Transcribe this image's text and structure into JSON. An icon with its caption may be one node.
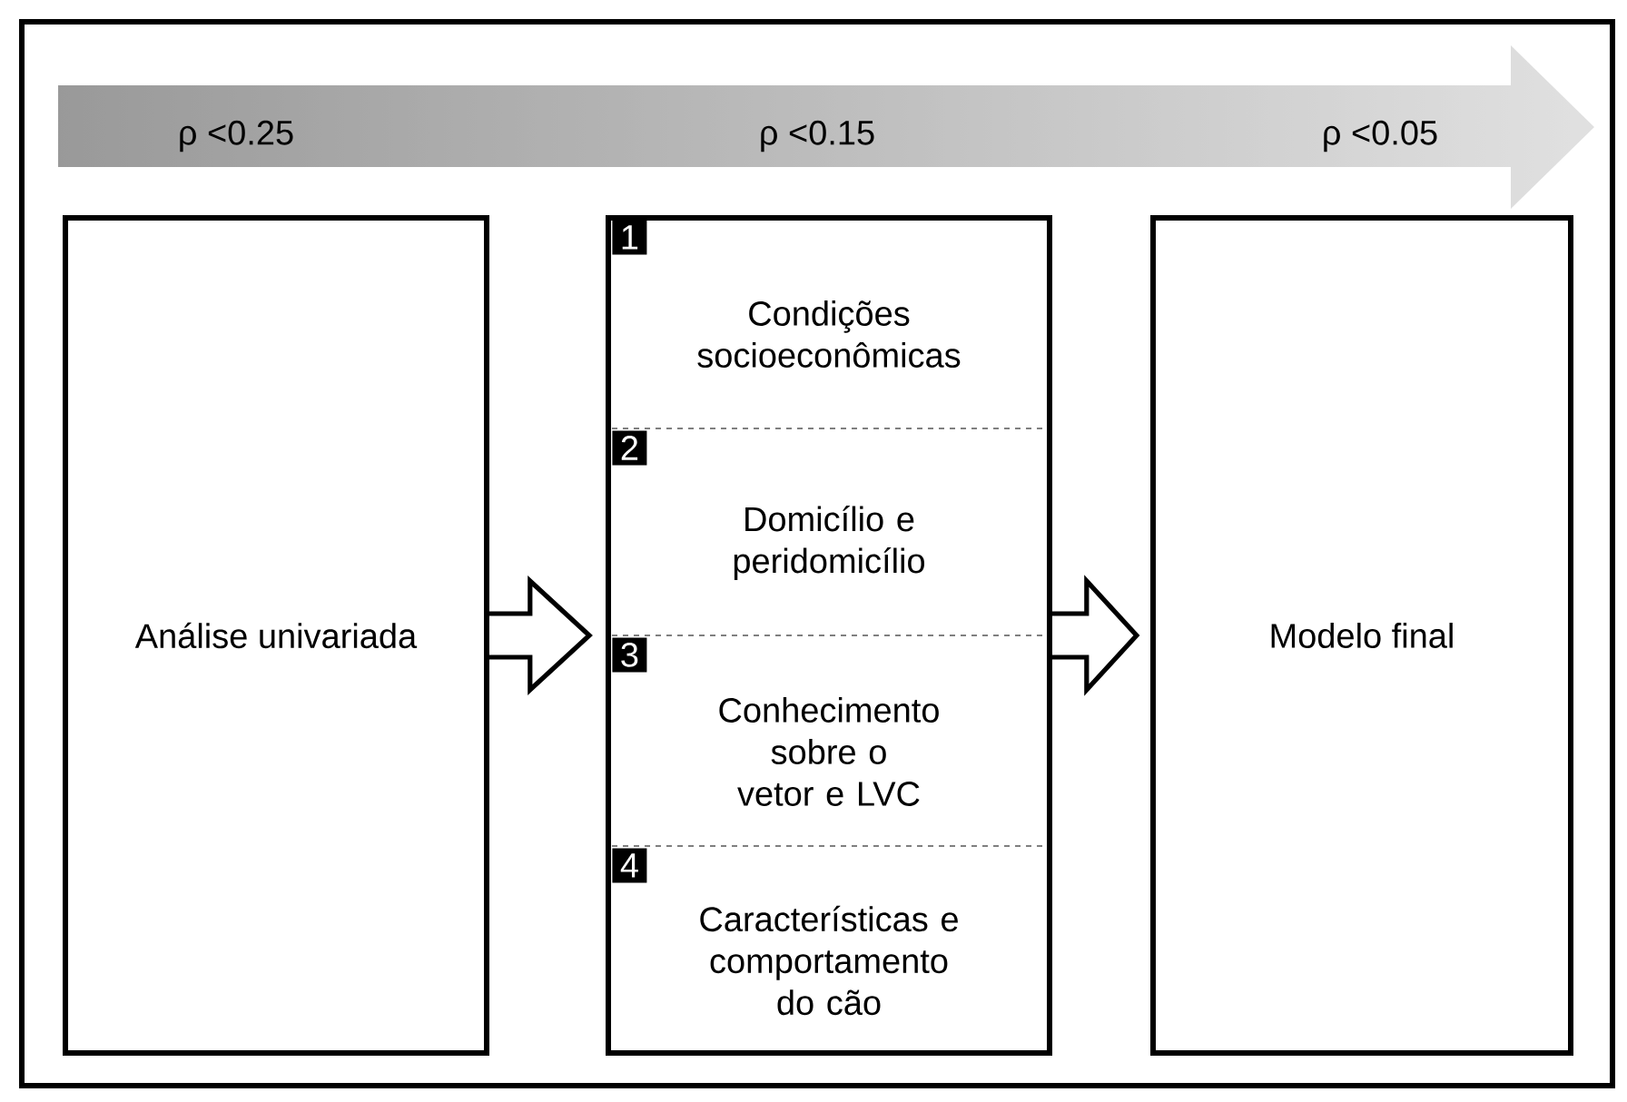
{
  "diagram": {
    "nodes": [
      {
        "text": [
          "ρ <0.25",
          "ρ <0.15",
          "ρ <0.05"
        ]
      },
      {
        "text": [
          "Análise univariada"
        ]
      },
      {
        "text": [],
        "shape": "box"
      },
      {
        "text": [
          "1",
          "Condições socioeconômicas"
        ],
        "in": 2
      },
      {
        "text": [
          "2",
          "Domicílio e peridomicílio"
        ],
        "in": 2
      },
      {
        "text": [
          "3",
          "Conhecimento sobre o vetor e LVC"
        ],
        "in": 2
      },
      {
        "text": [
          "4",
          "Características e comportamento do cão"
        ],
        "in": 2
      },
      {
        "text": [
          "Modelo final"
        ]
      }
    ],
    "edges": [
      {
        "from": 1,
        "to": 2,
        "arrow": "to"
      },
      {
        "from": 2,
        "to": 7,
        "arrow": "to"
      }
    ]
  }
}
